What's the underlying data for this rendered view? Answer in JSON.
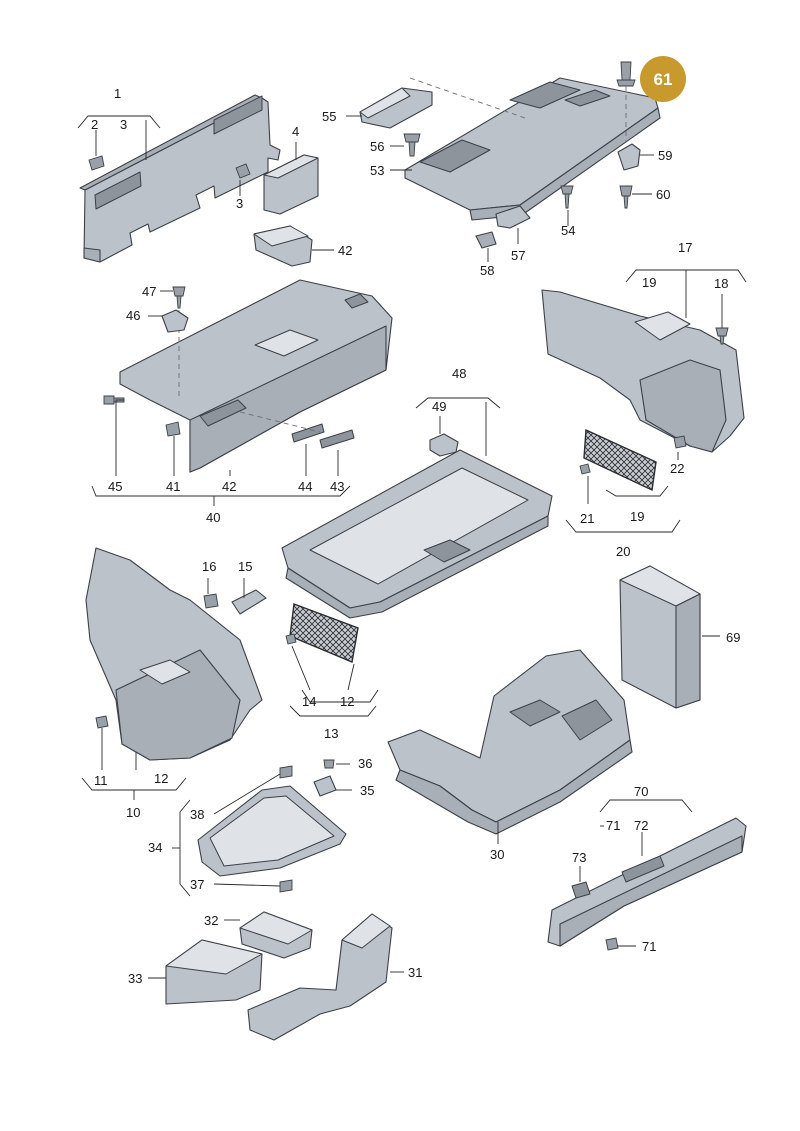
{
  "labels": {
    "l1": "1",
    "l2": "2",
    "l3a": "3",
    "l3b": "3",
    "l4": "4",
    "l10": "10",
    "l11": "11",
    "l12a": "12",
    "l12b": "12",
    "l13": "13",
    "l14": "14",
    "l15": "15",
    "l16": "16",
    "l17": "17",
    "l18": "18",
    "l19a": "19",
    "l19b": "19",
    "l20": "20",
    "l21": "21",
    "l22": "22",
    "l30": "30",
    "l31": "31",
    "l32": "32",
    "l33": "33",
    "l34": "34",
    "l35": "35",
    "l36": "36",
    "l37": "37",
    "l38": "38",
    "l40": "40",
    "l41": "41",
    "l42a": "42",
    "l42b": "42",
    "l43": "43",
    "l44": "44",
    "l45": "45",
    "l46": "46",
    "l47": "47",
    "l48": "48",
    "l49": "49",
    "l53": "53",
    "l54": "54",
    "l55": "55",
    "l56": "56",
    "l57": "57",
    "l58": "58",
    "l59": "59",
    "l60": "60",
    "l69": "69",
    "l70": "70",
    "l71a": "71",
    "l71b": "71",
    "l72": "72",
    "l73": "73"
  },
  "highlight": {
    "label": "61",
    "color": "#c89a2e"
  }
}
